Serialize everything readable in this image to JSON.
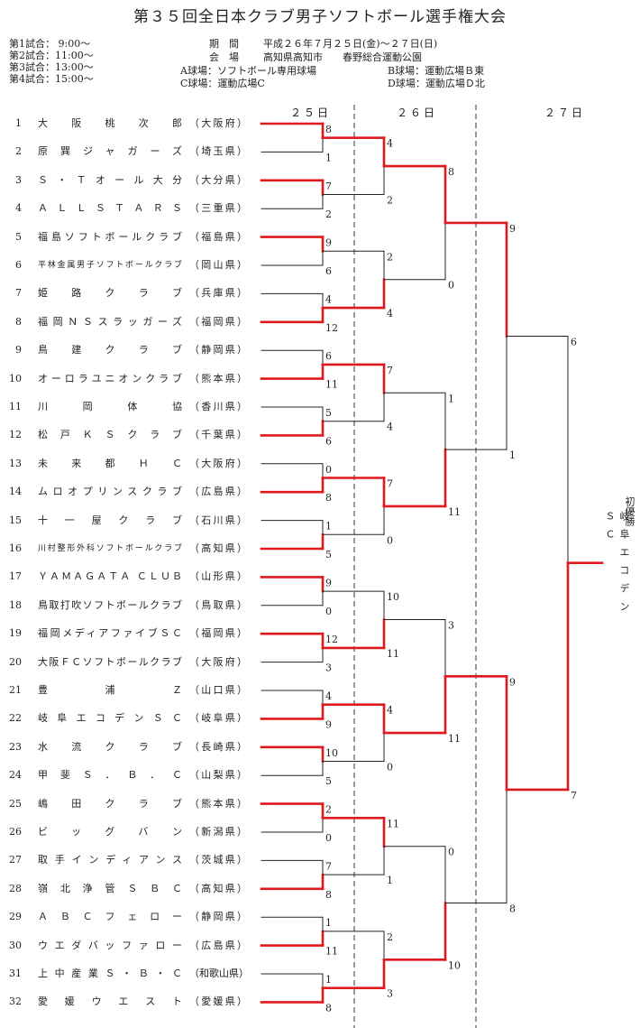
{
  "title": "第３５回全日本クラブ男子ソフトボール選手権大会",
  "schedule": {
    "games": [
      "第1試合： 9:00〜",
      "第2試合：11:00〜",
      "第3試合：13:00〜",
      "第4試合：15:00〜"
    ],
    "period_label": "期　間",
    "period_value": "平成２６年７月２５日(金)〜２７日(日)",
    "venue_label": "会　場",
    "venue_value": "高知県高知市　　春野総合運動公園",
    "field_a": "A球場：ソフトボール専用球場",
    "field_b": "B球場：運動広場Ｂ東",
    "field_c": "C球場：運動広場C",
    "field_d": "D球場：運動広場Ｄ北"
  },
  "days": [
    "２５日",
    "２６日",
    "２７日"
  ],
  "teams": [
    {
      "no": "1",
      "name": "大阪桃次郎",
      "pref": "（大阪府）"
    },
    {
      "no": "2",
      "name": "原巽ジャガーズ",
      "pref": "（埼玉県）"
    },
    {
      "no": "3",
      "name": "Ｓ・Ｔオール大分",
      "pref": "（大分県）"
    },
    {
      "no": "4",
      "name": "ＡＬＬＳＴＡＲＳ",
      "pref": "（三重県）"
    },
    {
      "no": "5",
      "name": "福島ソフトボールクラブ",
      "pref": "（福島県）"
    },
    {
      "no": "6",
      "name": "平林金属男子ソフトボールクラブ",
      "pref": "（岡山県）",
      "small": true
    },
    {
      "no": "7",
      "name": "姫路クラブ",
      "pref": "（兵庫県）"
    },
    {
      "no": "8",
      "name": "福岡ＮＳスラッガーズ",
      "pref": "（福岡県）"
    },
    {
      "no": "9",
      "name": "鳥建クラブ",
      "pref": "（静岡県）"
    },
    {
      "no": "10",
      "name": "オーロラユニオンクラブ",
      "pref": "（熊本県）"
    },
    {
      "no": "11",
      "name": "川岡体協",
      "pref": "（香川県）"
    },
    {
      "no": "12",
      "name": "松戸ＫＳクラブ",
      "pref": "（千葉県）"
    },
    {
      "no": "13",
      "name": "未来都ＨＣ",
      "pref": "（大阪府）"
    },
    {
      "no": "14",
      "name": "ムロオプリンスクラブ",
      "pref": "（広島県）"
    },
    {
      "no": "15",
      "name": "十一屋クラブ",
      "pref": "（石川県）"
    },
    {
      "no": "16",
      "name": "川村整形外科ソフトボールクラブ",
      "pref": "（高知県）",
      "small": true
    },
    {
      "no": "17",
      "name": "ＹＡＭＡＧＡＴＡ ＣＬＵＢ",
      "pref": "（山形県）"
    },
    {
      "no": "18",
      "name": "鳥取打吹ソフトボールクラブ",
      "pref": "（鳥取県）"
    },
    {
      "no": "19",
      "name": "福岡メディアファイブＳＣ",
      "pref": "（福岡県）"
    },
    {
      "no": "20",
      "name": "大阪ＦＣソフトボールクラブ",
      "pref": "（大阪府）"
    },
    {
      "no": "21",
      "name": "豊浦Ｚ",
      "pref": "（山口県）"
    },
    {
      "no": "22",
      "name": "岐阜エコデンＳＣ",
      "pref": "（岐阜県）"
    },
    {
      "no": "23",
      "name": "水流クラブ",
      "pref": "（長崎県）"
    },
    {
      "no": "24",
      "name": "甲斐Ｓ．Ｂ．Ｃ",
      "pref": "（山梨県）"
    },
    {
      "no": "25",
      "name": "嶋田クラブ",
      "pref": "（熊本県）"
    },
    {
      "no": "26",
      "name": "ビッグバン",
      "pref": "（新潟県）"
    },
    {
      "no": "27",
      "name": "取手インディアンス",
      "pref": "（茨城県）"
    },
    {
      "no": "28",
      "name": "嶺北浄管ＳＢＣ",
      "pref": "（高知県）"
    },
    {
      "no": "29",
      "name": "ＡＢＣフェロー",
      "pref": "（静岡県）"
    },
    {
      "no": "30",
      "name": "ウエダバッファロー",
      "pref": "（広島県）"
    },
    {
      "no": "31",
      "name": "上中産業Ｓ・Ｂ・Ｃ",
      "pref": "（和歌山県）"
    },
    {
      "no": "32",
      "name": "愛媛ウエスト",
      "pref": "（愛媛県）"
    }
  ],
  "rounds": {
    "r1": [
      {
        "scores": [
          "8",
          "1"
        ],
        "winner": 0
      },
      {
        "scores": [
          "7",
          "2"
        ],
        "winner": 0
      },
      {
        "scores": [
          "9",
          "6"
        ],
        "winner": 0
      },
      {
        "scores": [
          "4",
          "12"
        ],
        "winner": 1
      },
      {
        "scores": [
          "6",
          "11"
        ],
        "winner": 1
      },
      {
        "scores": [
          "5",
          "6"
        ],
        "winner": 1
      },
      {
        "scores": [
          "0",
          "8"
        ],
        "winner": 1
      },
      {
        "scores": [
          "1",
          "5"
        ],
        "winner": 1
      },
      {
        "scores": [
          "9",
          "0"
        ],
        "winner": 0
      },
      {
        "scores": [
          "12",
          "3"
        ],
        "winner": 0
      },
      {
        "scores": [
          "4",
          "9"
        ],
        "winner": 1
      },
      {
        "scores": [
          "10",
          "5"
        ],
        "winner": 0
      },
      {
        "scores": [
          "2",
          "0"
        ],
        "winner": 0
      },
      {
        "scores": [
          "7",
          "8"
        ],
        "winner": 1
      },
      {
        "scores": [
          "1",
          "11"
        ],
        "winner": 1
      },
      {
        "scores": [
          "1",
          "8"
        ],
        "winner": 1
      }
    ],
    "r2": [
      {
        "scores": [
          "4",
          "2"
        ],
        "winner": 0
      },
      {
        "scores": [
          "2",
          "4"
        ],
        "winner": 1
      },
      {
        "scores": [
          "7",
          "4"
        ],
        "winner": 0
      },
      {
        "scores": [
          "7",
          "0"
        ],
        "winner": 0
      },
      {
        "scores": [
          "10",
          "11"
        ],
        "winner": 1
      },
      {
        "scores": [
          "4",
          "0"
        ],
        "winner": 0
      },
      {
        "scores": [
          "11",
          "1"
        ],
        "winner": 0
      },
      {
        "scores": [
          "2",
          "3"
        ],
        "winner": 1
      }
    ],
    "r3": [
      {
        "scores": [
          "8",
          "0"
        ],
        "winner": 0
      },
      {
        "scores": [
          "1",
          "11"
        ],
        "winner": 1
      },
      {
        "scores": [
          "3",
          "11"
        ],
        "winner": 1
      },
      {
        "scores": [
          "0",
          "10"
        ],
        "winner": 1
      }
    ],
    "r4": [
      {
        "scores": [
          "9",
          "1"
        ],
        "winner": 0
      },
      {
        "scores": [
          "9",
          "8"
        ],
        "winner": 0
      }
    ],
    "final": {
      "scores": [
        "6",
        "7"
      ],
      "winner": 1
    }
  },
  "champion": {
    "label": "初優勝",
    "team": "岐阜エコデンＳＣ"
  },
  "colors": {
    "win": "#e0191f",
    "line": "#222222"
  }
}
